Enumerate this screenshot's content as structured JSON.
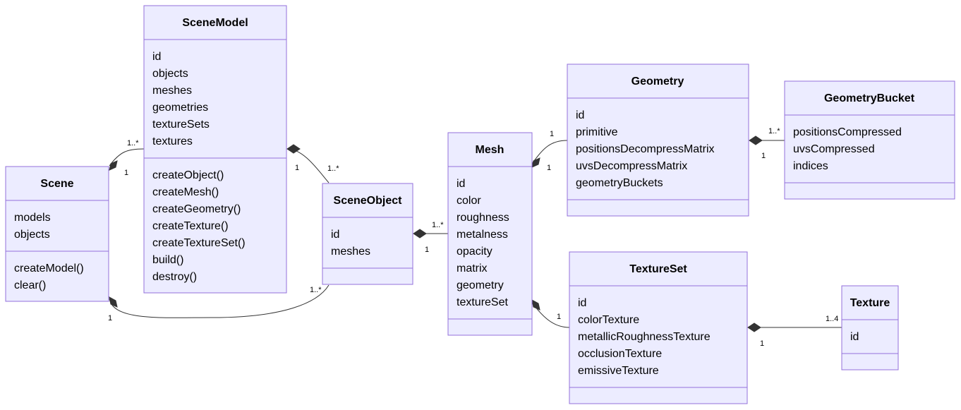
{
  "classes": {
    "scene_model": {
      "name": "SceneModel",
      "attributes": [
        "id",
        "objects",
        "meshes",
        "geometries",
        "textureSets",
        "textures"
      ],
      "methods": [
        "createObject()",
        "createMesh()",
        "createGeometry()",
        "createTexture()",
        "createTextureSet()",
        "build()",
        "destroy()"
      ]
    },
    "scene": {
      "name": "Scene",
      "attributes": [
        "models",
        "objects"
      ],
      "methods": [
        "createModel()",
        "clear()"
      ]
    },
    "scene_object": {
      "name": "SceneObject",
      "attributes": [
        "id",
        "meshes"
      ],
      "methods": []
    },
    "mesh": {
      "name": "Mesh",
      "attributes": [
        "id",
        "color",
        "roughness",
        "metalness",
        "opacity",
        "matrix",
        "geometry",
        "textureSet"
      ],
      "methods": []
    },
    "geometry": {
      "name": "Geometry",
      "attributes": [
        "id",
        "primitive",
        "positionsDecompressMatrix",
        "uvsDecompressMatrix",
        "geometryBuckets"
      ],
      "methods": []
    },
    "geometry_bucket": {
      "name": "GeometryBucket",
      "attributes": [
        "positionsCompressed",
        "uvsCompressed",
        "indices"
      ],
      "methods": []
    },
    "texture_set": {
      "name": "TextureSet",
      "attributes": [
        "id",
        "colorTexture",
        "metallicRoughnessTexture",
        "occlusionTexture",
        "emissiveTexture"
      ],
      "methods": []
    },
    "texture": {
      "name": "Texture",
      "attributes": [
        "id"
      ],
      "methods": []
    }
  },
  "relations": {
    "scene_scenemodel": {
      "from": "Scene",
      "to": "SceneModel",
      "from_mult": "1",
      "to_mult": "1..*"
    },
    "scenemodel_sceneobject": {
      "from": "SceneModel",
      "to": "SceneObject",
      "from_mult": "1",
      "to_mult": "1..*"
    },
    "scene_sceneobject": {
      "from": "Scene",
      "to": "SceneObject",
      "from_mult": "1",
      "to_mult": "1..*"
    },
    "sceneobject_mesh": {
      "from": "SceneObject",
      "to": "Mesh",
      "from_mult": "1",
      "to_mult": "1..*"
    },
    "mesh_geometry": {
      "from": "Mesh",
      "to": "Geometry",
      "from_mult": "1",
      "to_mult": "1"
    },
    "geometry_bucket": {
      "from": "Geometry",
      "to": "GeometryBucket",
      "from_mult": "1",
      "to_mult": "1..*"
    },
    "mesh_textureset": {
      "from": "Mesh",
      "to": "TextureSet",
      "from_mult": "",
      "to_mult": "1"
    },
    "textureset_texture": {
      "from": "TextureSet",
      "to": "Texture",
      "from_mult": "1",
      "to_mult": "1..4"
    }
  }
}
